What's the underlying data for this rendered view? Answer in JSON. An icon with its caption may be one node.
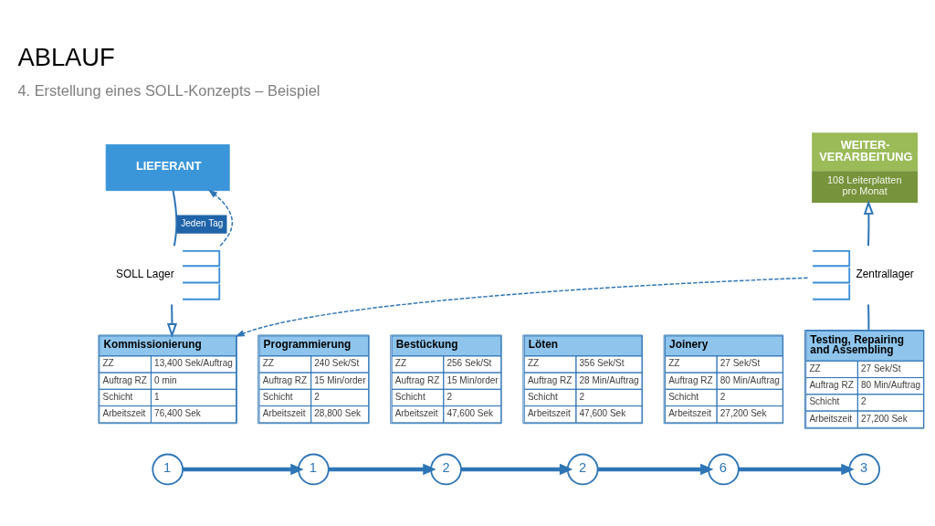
{
  "diagram": {
    "title": "ABLAUF",
    "nodes": [
      {
        "text": [
          "LIEFERANT"
        ]
      },
      {
        "text": [
          "WEITER- VERARBEITUNG",
          "108 Leiterplatten pro Monat"
        ]
      },
      {
        "text": [
          "SOLL Lager"
        ]
      },
      {
        "text": [
          "Zentrallager"
        ]
      },
      {
        "text": [
          "Kommissionierung",
          "ZZ",
          "13,400 Sek/Auftrag",
          "Auftrag RZ",
          "0 min",
          "Schicht",
          "1",
          "Arbeitszeit",
          "76,400 Sek"
        ]
      },
      {
        "text": [
          "Programmierung",
          "ZZ",
          "240 Sek/St",
          "Auftrag RZ",
          "15 Min/order",
          "Schicht",
          "2",
          "Arbeitszeit",
          "28,800 Sek"
        ]
      },
      {
        "text": [
          "Bestückung",
          "ZZ",
          "256 Sek/St",
          "Auftrag RZ",
          "15 Min/order",
          "Schicht",
          "2",
          "Arbeitszeit",
          "47,600 Sek"
        ]
      },
      {
        "text": [
          "Löten",
          "ZZ",
          "356 Sek/St",
          "Auftrag RZ",
          "28 Min/Auftrag",
          "Schicht",
          "2",
          "Arbeitszeit",
          "47,600 Sek"
        ]
      },
      {
        "text": [
          "Joinery",
          "ZZ",
          "27 Sek/St",
          "Auftrag RZ",
          "80 Min/Auftrag",
          "Schicht",
          "2",
          "Arbeitszeit",
          "27,200 Sek"
        ]
      },
      {
        "text": [
          "Testing, Repairing and Assembling",
          "ZZ",
          "27 Sek/St",
          "Auftrag RZ",
          "80 Min/Auftrag",
          "Schicht",
          "2",
          "Arbeitszeit",
          "27,200 Sek"
        ]
      },
      {
        "text": [
          "1"
        ]
      },
      {
        "text": [
          "1"
        ]
      },
      {
        "text": [
          "2"
        ]
      },
      {
        "text": [
          "2"
        ]
      },
      {
        "text": [
          "6"
        ]
      },
      {
        "text": [
          "3"
        ]
      }
    ],
    "edges": [
      {
        "from": 0,
        "to": 2,
        "arrow": "none",
        "label": "Jeden Tag"
      },
      {
        "from": 2,
        "to": 4,
        "arrow": "to"
      },
      {
        "from": 2,
        "to": 0,
        "arrow": "to",
        "style": "dashed"
      },
      {
        "from": 3,
        "to": 4,
        "arrow": "to",
        "style": "dashed"
      },
      {
        "from": 9,
        "to": 3,
        "arrow": "none"
      },
      {
        "from": 3,
        "to": 1,
        "arrow": "to"
      },
      {
        "from": 10,
        "to": 11,
        "arrow": "to",
        "style": "thick"
      },
      {
        "from": 11,
        "to": 12,
        "arrow": "to",
        "style": "thick"
      },
      {
        "from": 12,
        "to": 13,
        "arrow": "to",
        "style": "thick"
      },
      {
        "from": 13,
        "to": 14,
        "arrow": "to",
        "style": "thick"
      },
      {
        "from": 14,
        "to": 15,
        "arrow": "to",
        "style": "thick"
      }
    ],
    "labels": [
      "4. Erstellung eines SOLL-Konzepts – Beispiel"
    ]
  }
}
